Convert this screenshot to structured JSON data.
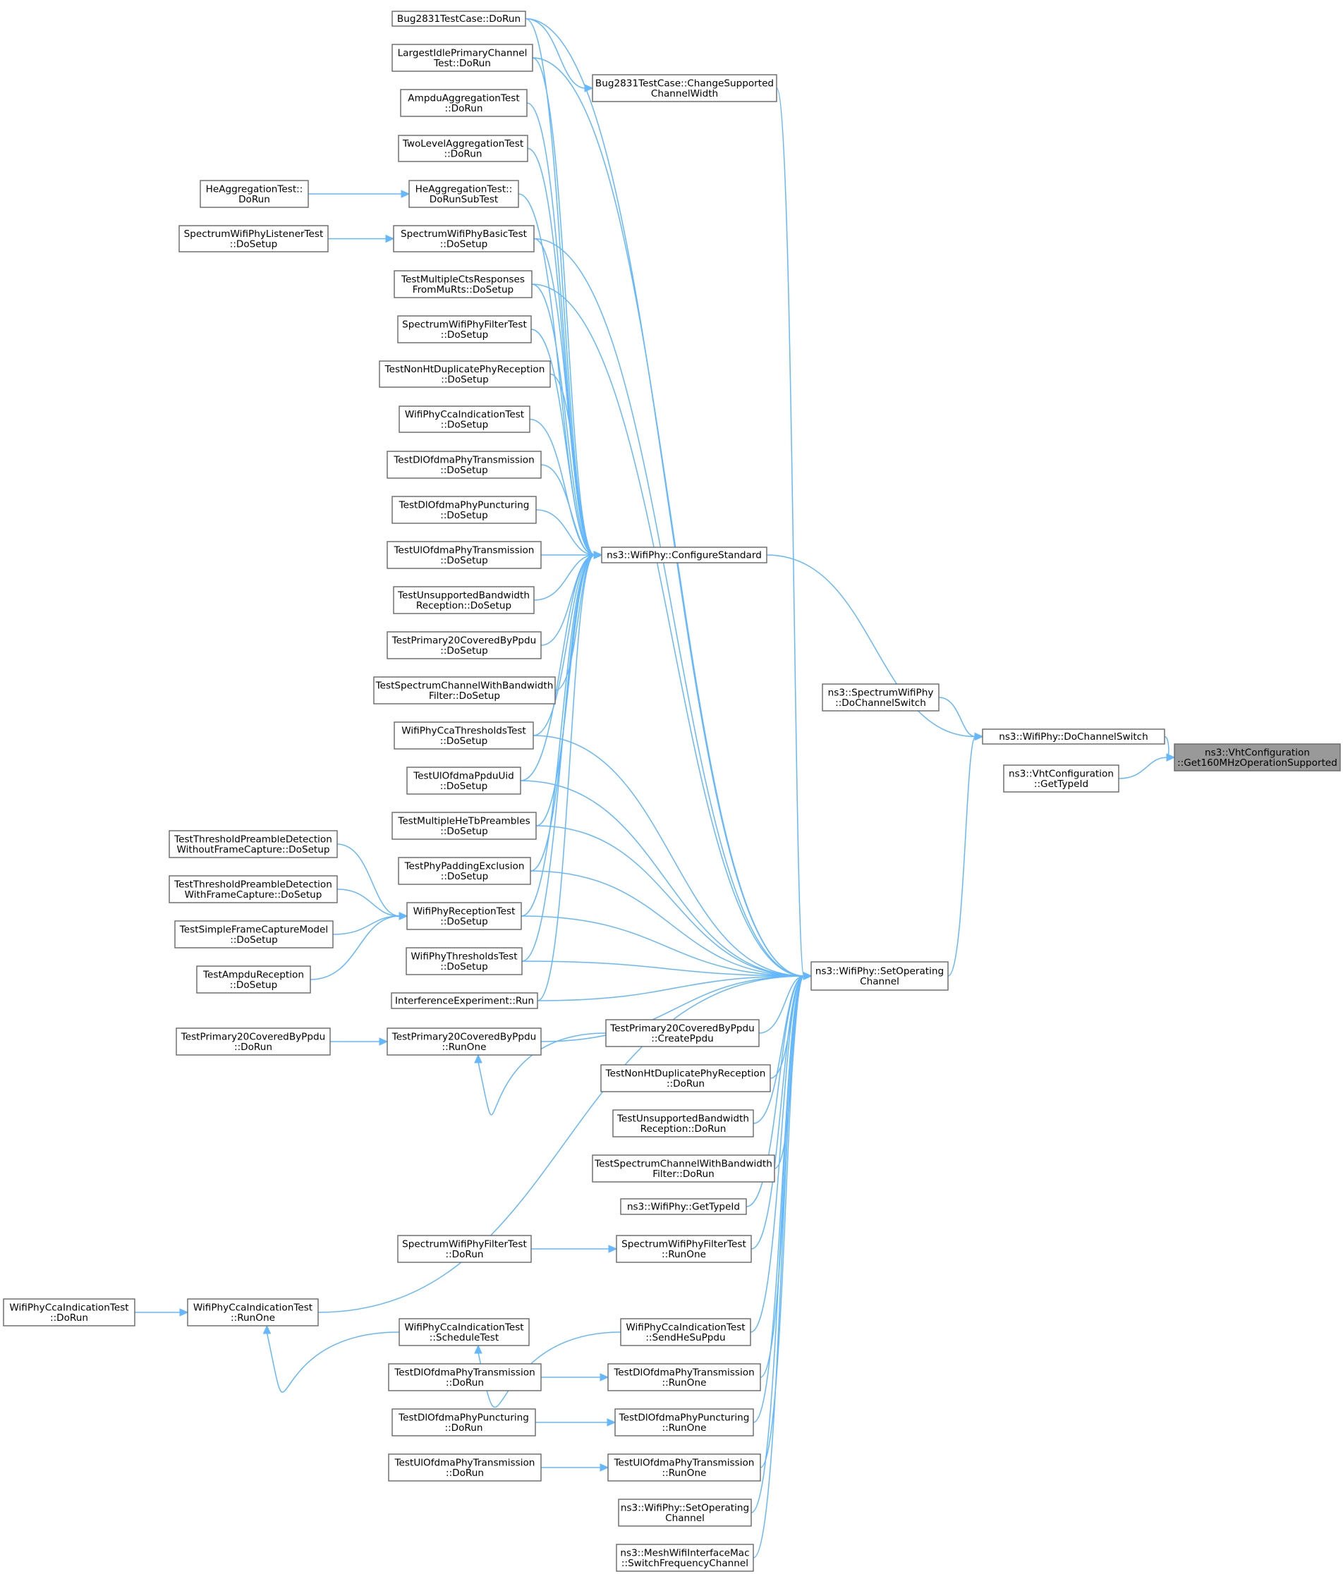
{
  "nodes": [
    {
      "id": "get160",
      "lines": [
        "ns3::VhtConfiguration",
        "::Get160MHzOperationSupported"
      ],
      "focus": true
    },
    {
      "id": "doChannelSwitch",
      "lines": [
        "ns3::WifiPhy::DoChannelSwitch"
      ]
    },
    {
      "id": "vhtGetTypeId",
      "lines": [
        "ns3::VhtConfiguration",
        "::GetTypeId"
      ]
    },
    {
      "id": "specDoChannelSwitch",
      "lines": [
        "ns3::SpectrumWifiPhy",
        "::DoChannelSwitch"
      ]
    },
    {
      "id": "configureStandard",
      "lines": [
        "ns3::WifiPhy::ConfigureStandard"
      ]
    },
    {
      "id": "setOperatingChannel",
      "lines": [
        "ns3::WifiPhy::SetOperating",
        "Channel"
      ]
    },
    {
      "id": "bugChange",
      "lines": [
        "Bug2831TestCase::ChangeSupported",
        "ChannelWidth"
      ]
    },
    {
      "id": "bugDoRun",
      "lines": [
        "Bug2831TestCase::DoRun"
      ]
    },
    {
      "id": "largestIdle",
      "lines": [
        "LargestIdlePrimaryChannel",
        "Test::DoRun"
      ]
    },
    {
      "id": "ampduAgg",
      "lines": [
        "AmpduAggregationTest",
        "::DoRun"
      ]
    },
    {
      "id": "twoLevel",
      "lines": [
        "TwoLevelAggregationTest",
        "::DoRun"
      ]
    },
    {
      "id": "heAggSub",
      "lines": [
        "HeAggregationTest::",
        "DoRunSubTest"
      ]
    },
    {
      "id": "heAggRun",
      "lines": [
        "HeAggregationTest::",
        "DoRun"
      ]
    },
    {
      "id": "specBasic",
      "lines": [
        "SpectrumWifiPhyBasicTest",
        "::DoSetup"
      ]
    },
    {
      "id": "specListener",
      "lines": [
        "SpectrumWifiPhyListenerTest",
        "::DoSetup"
      ]
    },
    {
      "id": "multiCts",
      "lines": [
        "TestMultipleCtsResponses",
        "FromMuRts::DoSetup"
      ]
    },
    {
      "id": "specFilterSetup",
      "lines": [
        "SpectrumWifiPhyFilterTest",
        "::DoSetup"
      ]
    },
    {
      "id": "nonHtSetup",
      "lines": [
        "TestNonHtDuplicatePhyReception",
        "::DoSetup"
      ]
    },
    {
      "id": "ccaIndSetup",
      "lines": [
        "WifiPhyCcaIndicationTest",
        "::DoSetup"
      ]
    },
    {
      "id": "dlOfdmaTxSetup",
      "lines": [
        "TestDlOfdmaPhyTransmission",
        "::DoSetup"
      ]
    },
    {
      "id": "dlOfdmaPuncSetup",
      "lines": [
        "TestDlOfdmaPhyPuncturing",
        "::DoSetup"
      ]
    },
    {
      "id": "ulOfdmaTxSetup",
      "lines": [
        "TestUlOfdmaPhyTransmission",
        "::DoSetup"
      ]
    },
    {
      "id": "unsupBwSetup",
      "lines": [
        "TestUnsupportedBandwidth",
        "Reception::DoSetup"
      ]
    },
    {
      "id": "primary20Setup",
      "lines": [
        "TestPrimary20CoveredByPpdu",
        "::DoSetup"
      ]
    },
    {
      "id": "specChanBwSetup",
      "lines": [
        "TestSpectrumChannelWithBandwidth",
        "Filter::DoSetup"
      ]
    },
    {
      "id": "ccaThreshSetup",
      "lines": [
        "WifiPhyCcaThresholdsTest",
        "::DoSetup"
      ]
    },
    {
      "id": "ulPpduUid",
      "lines": [
        "TestUlOfdmaPpduUid",
        "::DoSetup"
      ]
    },
    {
      "id": "multiHeTb",
      "lines": [
        "TestMultipleHeTbPreambles",
        "::DoSetup"
      ]
    },
    {
      "id": "phyPadding",
      "lines": [
        "TestPhyPaddingExclusion",
        "::DoSetup"
      ]
    },
    {
      "id": "recvTest",
      "lines": [
        "WifiPhyReceptionTest",
        "::DoSetup"
      ]
    },
    {
      "id": "threshTest",
      "lines": [
        "WifiPhyThresholdsTest",
        "::DoSetup"
      ]
    },
    {
      "id": "interference",
      "lines": [
        "InterferenceExperiment::Run"
      ]
    },
    {
      "id": "threshNoCapture",
      "lines": [
        "TestThresholdPreambleDetection",
        "WithoutFrameCapture::DoSetup"
      ]
    },
    {
      "id": "threshCapture",
      "lines": [
        "TestThresholdPreambleDetection",
        "WithFrameCapture::DoSetup"
      ]
    },
    {
      "id": "simpleCapture",
      "lines": [
        "TestSimpleFrameCaptureModel",
        "::DoSetup"
      ]
    },
    {
      "id": "ampduRecv",
      "lines": [
        "TestAmpduReception",
        "::DoSetup"
      ]
    },
    {
      "id": "primary20RunOne",
      "lines": [
        "TestPrimary20CoveredByPpdu",
        "::RunOne"
      ]
    },
    {
      "id": "primary20DoRun",
      "lines": [
        "TestPrimary20CoveredByPpdu",
        "::DoRun"
      ]
    },
    {
      "id": "primary20Create",
      "lines": [
        "TestPrimary20CoveredByPpdu",
        "::CreatePpdu"
      ]
    },
    {
      "id": "nonHtDoRun",
      "lines": [
        "TestNonHtDuplicatePhyReception",
        "::DoRun"
      ]
    },
    {
      "id": "unsupBwDoRun",
      "lines": [
        "TestUnsupportedBandwidth",
        "Reception::DoRun"
      ]
    },
    {
      "id": "specChanBwDoRun",
      "lines": [
        "TestSpectrumChannelWithBandwidth",
        "Filter::DoRun"
      ]
    },
    {
      "id": "phyGetTypeId",
      "lines": [
        "ns3::WifiPhy::GetTypeId"
      ]
    },
    {
      "id": "specFilterRunOne",
      "lines": [
        "SpectrumWifiPhyFilterTest",
        "::RunOne"
      ]
    },
    {
      "id": "specFilterDoRun",
      "lines": [
        "SpectrumWifiPhyFilterTest",
        "::DoRun"
      ]
    },
    {
      "id": "ccaIndRunOne",
      "lines": [
        "WifiPhyCcaIndicationTest",
        "::RunOne"
      ]
    },
    {
      "id": "ccaIndDoRun",
      "lines": [
        "WifiPhyCcaIndicationTest",
        "::DoRun"
      ]
    },
    {
      "id": "ccaIndSchedule",
      "lines": [
        "WifiPhyCcaIndicationTest",
        "::ScheduleTest"
      ]
    },
    {
      "id": "ccaIndSendHe",
      "lines": [
        "WifiPhyCcaIndicationTest",
        "::SendHeSuPpdu"
      ]
    },
    {
      "id": "dlOfdmaTxRunOne",
      "lines": [
        "TestDlOfdmaPhyTransmission",
        "::RunOne"
      ]
    },
    {
      "id": "dlOfdmaTxDoRun",
      "lines": [
        "TestDlOfdmaPhyTransmission",
        "::DoRun"
      ]
    },
    {
      "id": "dlOfdmaPuncRunOne",
      "lines": [
        "TestDlOfdmaPhyPuncturing",
        "::RunOne"
      ]
    },
    {
      "id": "dlOfdmaPuncDoRun",
      "lines": [
        "TestDlOfdmaPhyPuncturing",
        "::DoRun"
      ]
    },
    {
      "id": "ulOfdmaTxRunOne",
      "lines": [
        "TestUlOfdmaPhyTransmission",
        "::RunOne"
      ]
    },
    {
      "id": "ulOfdmaTxDoRun",
      "lines": [
        "TestUlOfdmaPhyTransmission",
        "::DoRun"
      ]
    },
    {
      "id": "setOpChannel2",
      "lines": [
        "ns3::WifiPhy::SetOperating",
        "Channel"
      ]
    },
    {
      "id": "meshSwitch",
      "lines": [
        "ns3::MeshWifiInterfaceMac",
        "::SwitchFrequencyChannel"
      ]
    }
  ],
  "edges": [
    [
      "doChannelSwitch",
      "get160"
    ],
    [
      "vhtGetTypeId",
      "get160"
    ],
    [
      "specDoChannelSwitch",
      "doChannelSwitch"
    ],
    [
      "configureStandard",
      "doChannelSwitch"
    ],
    [
      "setOperatingChannel",
      "doChannelSwitch"
    ],
    [
      "bugDoRun",
      "bugChange"
    ],
    [
      "bugChange",
      "setOperatingChannel"
    ],
    [
      "bugDoRun",
      "configureStandard"
    ],
    [
      "bugDoRun",
      "setOperatingChannel"
    ],
    [
      "largestIdle",
      "configureStandard"
    ],
    [
      "largestIdle",
      "setOperatingChannel"
    ],
    [
      "ampduAgg",
      "configureStandard"
    ],
    [
      "twoLevel",
      "configureStandard"
    ],
    [
      "heAggRun",
      "heAggSub"
    ],
    [
      "heAggSub",
      "configureStandard"
    ],
    [
      "specListener",
      "specBasic"
    ],
    [
      "specBasic",
      "configureStandard"
    ],
    [
      "specBasic",
      "setOperatingChannel"
    ],
    [
      "multiCts",
      "configureStandard"
    ],
    [
      "multiCts",
      "setOperatingChannel"
    ],
    [
      "specFilterSetup",
      "configureStandard"
    ],
    [
      "nonHtSetup",
      "configureStandard"
    ],
    [
      "ccaIndSetup",
      "configureStandard"
    ],
    [
      "dlOfdmaTxSetup",
      "configureStandard"
    ],
    [
      "dlOfdmaPuncSetup",
      "configureStandard"
    ],
    [
      "ulOfdmaTxSetup",
      "configureStandard"
    ],
    [
      "unsupBwSetup",
      "configureStandard"
    ],
    [
      "primary20Setup",
      "configureStandard"
    ],
    [
      "specChanBwSetup",
      "configureStandard"
    ],
    [
      "ccaThreshSetup",
      "configureStandard"
    ],
    [
      "ccaThreshSetup",
      "setOperatingChannel"
    ],
    [
      "ulPpduUid",
      "configureStandard"
    ],
    [
      "ulPpduUid",
      "setOperatingChannel"
    ],
    [
      "multiHeTb",
      "configureStandard"
    ],
    [
      "multiHeTb",
      "setOperatingChannel"
    ],
    [
      "phyPadding",
      "configureStandard"
    ],
    [
      "phyPadding",
      "setOperatingChannel"
    ],
    [
      "recvTest",
      "configureStandard"
    ],
    [
      "recvTest",
      "setOperatingChannel"
    ],
    [
      "threshTest",
      "configureStandard"
    ],
    [
      "threshTest",
      "setOperatingChannel"
    ],
    [
      "interference",
      "configureStandard"
    ],
    [
      "interference",
      "setOperatingChannel"
    ],
    [
      "threshNoCapture",
      "recvTest"
    ],
    [
      "threshCapture",
      "recvTest"
    ],
    [
      "simpleCapture",
      "recvTest"
    ],
    [
      "ampduRecv",
      "recvTest"
    ],
    [
      "primary20DoRun",
      "primary20RunOne"
    ],
    [
      "primary20Create",
      "primary20RunOne"
    ],
    [
      "primary20RunOne",
      "setOperatingChannel"
    ],
    [
      "primary20Create",
      "setOperatingChannel"
    ],
    [
      "nonHtDoRun",
      "setOperatingChannel"
    ],
    [
      "unsupBwDoRun",
      "setOperatingChannel"
    ],
    [
      "specChanBwDoRun",
      "setOperatingChannel"
    ],
    [
      "phyGetTypeId",
      "setOperatingChannel"
    ],
    [
      "specFilterRunOne",
      "setOperatingChannel"
    ],
    [
      "specFilterDoRun",
      "specFilterRunOne"
    ],
    [
      "ccaIndRunOne",
      "setOperatingChannel"
    ],
    [
      "ccaIndDoRun",
      "ccaIndRunOne"
    ],
    [
      "ccaIndSchedule",
      "ccaIndRunOne"
    ],
    [
      "ccaIndSendHe",
      "ccaIndSchedule"
    ],
    [
      "ccaIndSendHe",
      "setOperatingChannel"
    ],
    [
      "dlOfdmaTxRunOne",
      "setOperatingChannel"
    ],
    [
      "dlOfdmaTxDoRun",
      "dlOfdmaTxRunOne"
    ],
    [
      "dlOfdmaPuncRunOne",
      "setOperatingChannel"
    ],
    [
      "dlOfdmaPuncDoRun",
      "dlOfdmaPuncRunOne"
    ],
    [
      "ulOfdmaTxRunOne",
      "setOperatingChannel"
    ],
    [
      "ulOfdmaTxDoRun",
      "ulOfdmaTxRunOne"
    ],
    [
      "setOpChannel2",
      "setOperatingChannel"
    ],
    [
      "meshSwitch",
      "setOperatingChannel"
    ]
  ],
  "colors": {
    "edge": "#63b8ff",
    "node_border": "#666666",
    "node_fill": "#ffffff",
    "focus_fill": "#999999",
    "text": "#000000"
  }
}
